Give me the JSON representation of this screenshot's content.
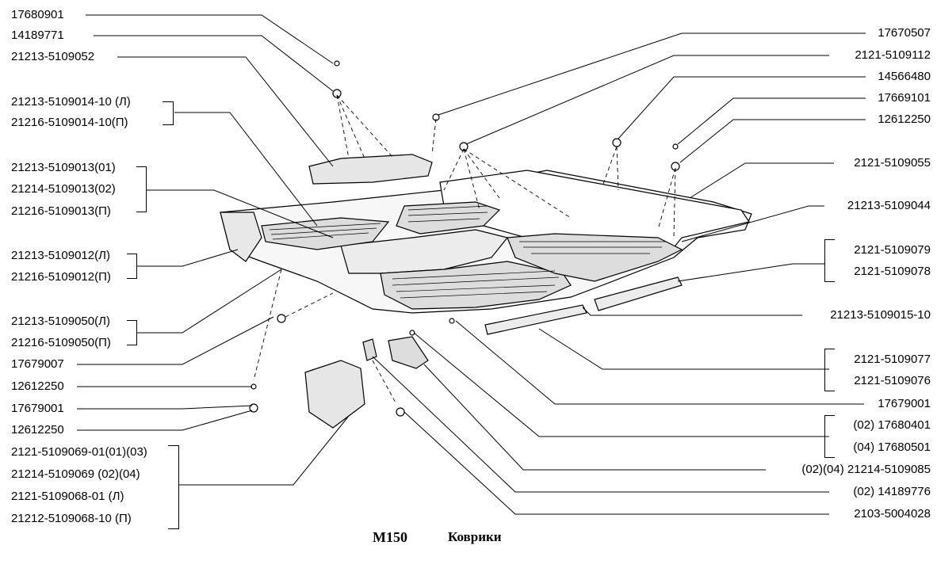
{
  "caption": {
    "code": "M150",
    "name": "Коврики"
  },
  "labels_left": [
    "17680901",
    "14189771",
    "21213-5109052",
    "21213-5109014-10 (Л)",
    "21216-5109014-10(П)",
    "21213-5109013(01)",
    "21214-5109013(02)",
    "21216-5109013(П)",
    "21213-5109012(Л)",
    "21216-5109012(П)",
    "21213-5109050(Л)",
    "21216-5109050(П)",
    "17679007",
    "12612250",
    "17679001",
    "12612250",
    "2121-5109069-01(01)(03)",
    "21214-5109069    (02)(04)",
    "2121-5109068-01 (Л)",
    "21212-5109068-10 (П)"
  ],
  "labels_right": [
    "17670507",
    "2121-5109112",
    "14566480",
    "17669101",
    "12612250",
    "2121-5109055",
    "21213-5109044",
    "2121-5109079",
    "2121-5109078",
    "21213-5109015-10",
    "2121-5109077",
    "2121-5109076",
    "17679001",
    "(02) 17680401",
    "(04) 17680501",
    "(02)(04) 21214-5109085",
    "(02) 14189776",
    "2103-5004028"
  ]
}
